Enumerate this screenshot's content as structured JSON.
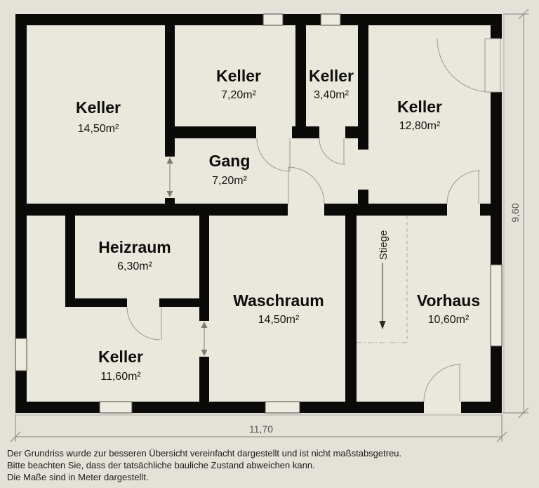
{
  "colors": {
    "background": "#e3e1d8",
    "floor": "#eae8dd",
    "wall": "#0a0a08",
    "door_line": "#9b9990",
    "dimension_line": "#85837b",
    "dimension_text": "#55544e"
  },
  "rooms": {
    "keller_14_50": {
      "name": "Keller",
      "area": "14,50m²"
    },
    "keller_7_20": {
      "name": "Keller",
      "area": "7,20m²"
    },
    "keller_3_40": {
      "name": "Keller",
      "area": "3,40m²"
    },
    "keller_12_80": {
      "name": "Keller",
      "area": "12,80m²"
    },
    "gang": {
      "name": "Gang",
      "area": "7,20m²"
    },
    "heizraum": {
      "name": "Heizraum",
      "area": "6,30m²"
    },
    "keller_11_60": {
      "name": "Keller",
      "area": "11,60m²"
    },
    "waschraum": {
      "name": "Waschraum",
      "area": "14,50m²"
    },
    "vorhaus": {
      "name": "Vorhaus",
      "area": "10,60m²"
    }
  },
  "stairs": {
    "label": "Stiege"
  },
  "dimensions": {
    "total_width_m": "11,70",
    "total_height_m": "9,60"
  },
  "footer": {
    "line1": "Der Grundriss wurde zur besseren Übersicht vereinfacht dargestellt und ist nicht maßstabsgetreu.",
    "line2": "Bitte beachten Sie, dass der tatsächliche bauliche Zustand abweichen kann.",
    "line3": "Die Maße sind in Meter dargestellt."
  }
}
